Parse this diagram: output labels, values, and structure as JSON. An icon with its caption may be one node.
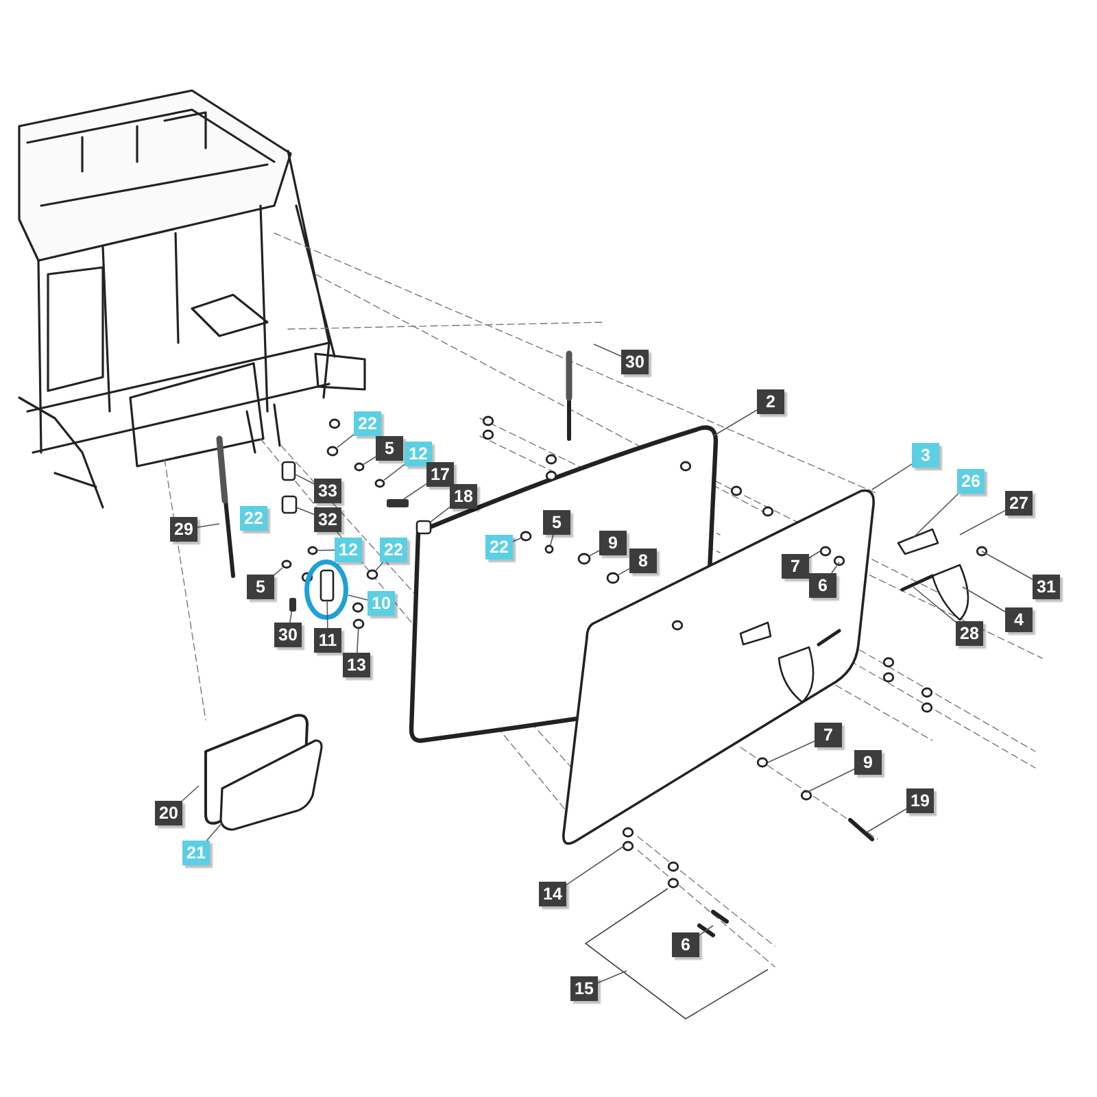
{
  "diagram": {
    "nodes": [
      {
        "text": [
          "30"
        ]
      },
      {
        "text": [
          "2"
        ]
      },
      {
        "text": [
          "22"
        ]
      },
      {
        "text": [
          "5"
        ]
      },
      {
        "text": [
          "12"
        ]
      },
      {
        "text": [
          "3"
        ]
      },
      {
        "text": [
          "17"
        ]
      },
      {
        "text": [
          "26"
        ]
      },
      {
        "text": [
          "33"
        ]
      },
      {
        "text": [
          "18"
        ]
      },
      {
        "text": [
          "27"
        ]
      },
      {
        "text": [
          "22"
        ]
      },
      {
        "text": [
          "32"
        ]
      },
      {
        "text": [
          "29"
        ]
      },
      {
        "text": [
          "5"
        ]
      },
      {
        "text": [
          "22"
        ]
      },
      {
        "text": [
          "9"
        ]
      },
      {
        "text": [
          "12"
        ]
      },
      {
        "text": [
          "22"
        ]
      },
      {
        "text": [
          "8"
        ]
      },
      {
        "text": [
          "7"
        ]
      },
      {
        "text": [
          "31"
        ]
      },
      {
        "text": [
          "5"
        ]
      },
      {
        "text": [
          "6"
        ]
      },
      {
        "text": [
          "10"
        ]
      },
      {
        "text": [
          "4"
        ]
      },
      {
        "text": [
          "28"
        ]
      },
      {
        "text": [
          "30"
        ]
      },
      {
        "text": [
          "11"
        ]
      },
      {
        "text": [
          "13"
        ]
      },
      {
        "text": [
          "7"
        ]
      },
      {
        "text": [
          "9"
        ]
      },
      {
        "text": [
          "19"
        ]
      },
      {
        "text": [
          "20"
        ]
      },
      {
        "text": [
          "21"
        ]
      },
      {
        "text": [
          "14"
        ]
      },
      {
        "text": [
          "6"
        ]
      },
      {
        "text": [
          "15"
        ]
      },
      {
        "text": [],
        "shape": "box"
      },
      {
        "text": [],
        "shape": "box"
      },
      {
        "text": [],
        "shape": "circle"
      },
      {
        "text": [],
        "shape": "box",
        "in": 55
      },
      {
        "text": [],
        "shape": "bar"
      },
      {
        "text": [],
        "shape": "circle"
      },
      {
        "text": [],
        "shape": "circle"
      },
      {
        "text": [],
        "shape": "circle"
      },
      {
        "text": [],
        "shape": "circle"
      },
      {
        "text": [],
        "shape": "bar"
      },
      {
        "text": [],
        "shape": "box"
      },
      {
        "text": [],
        "shape": "circle"
      },
      {
        "text": [],
        "shape": "circle"
      },
      {
        "text": [],
        "shape": "circle"
      },
      {
        "text": [],
        "shape": "circle"
      },
      {
        "text": [],
        "shape": "circle"
      },
      {
        "text": [],
        "shape": "circle"
      },
      {
        "text": [],
        "shape": "circle"
      }
    ],
    "edges": [
      {
        "from": 0,
        "to": null,
        "arrow": "none"
      },
      {
        "from": 1,
        "to": null,
        "arrow": "none"
      },
      {
        "from": 2,
        "to": 44,
        "arrow": "none"
      },
      {
        "from": 3,
        "to": 45,
        "arrow": "none"
      },
      {
        "from": 4,
        "to": 46,
        "arrow": "none"
      },
      {
        "from": 5,
        "to": null,
        "arrow": "none"
      },
      {
        "from": 6,
        "to": 47,
        "arrow": "none"
      },
      {
        "from": 7,
        "to": null,
        "arrow": "none"
      },
      {
        "from": 8,
        "to": 48,
        "arrow": "none"
      },
      {
        "from": 9,
        "to": 38,
        "arrow": "none"
      },
      {
        "from": 10,
        "to": null,
        "arrow": "none"
      },
      {
        "from": 12,
        "to": 39,
        "arrow": "none"
      },
      {
        "from": 13,
        "to": null,
        "arrow": "none"
      },
      {
        "from": 14,
        "to": 49,
        "arrow": "none"
      },
      {
        "from": 15,
        "to": 40,
        "arrow": "none"
      },
      {
        "from": 16,
        "to": 50,
        "arrow": "none"
      },
      {
        "from": 17,
        "to": 51,
        "arrow": "none"
      },
      {
        "from": 18,
        "to": 52,
        "arrow": "none"
      },
      {
        "from": 19,
        "to": 53,
        "arrow": "none"
      },
      {
        "from": 20,
        "to": null,
        "arrow": "none"
      },
      {
        "from": 21,
        "to": null,
        "arrow": "none"
      },
      {
        "from": 22,
        "to": 54,
        "arrow": "none"
      },
      {
        "from": 23,
        "to": null,
        "arrow": "none"
      },
      {
        "from": 24,
        "to": 55,
        "arrow": "none"
      },
      {
        "from": 25,
        "to": null,
        "arrow": "none"
      },
      {
        "from": 26,
        "to": null,
        "arrow": "none"
      },
      {
        "from": 27,
        "to": 42,
        "arrow": "none"
      },
      {
        "from": 28,
        "to": 41,
        "arrow": "none"
      },
      {
        "from": 29,
        "to": 43,
        "arrow": "none"
      },
      {
        "from": 30,
        "to": null,
        "arrow": "none"
      },
      {
        "from": 31,
        "to": null,
        "arrow": "none"
      },
      {
        "from": 32,
        "to": null,
        "arrow": "none"
      },
      {
        "from": 33,
        "to": null,
        "arrow": "none"
      },
      {
        "from": 34,
        "to": null,
        "arrow": "none"
      },
      {
        "from": 35,
        "to": null,
        "arrow": "none"
      },
      {
        "from": 36,
        "to": null,
        "arrow": "none"
      },
      {
        "from": 37,
        "to": null,
        "arrow": "none"
      }
    ]
  }
}
